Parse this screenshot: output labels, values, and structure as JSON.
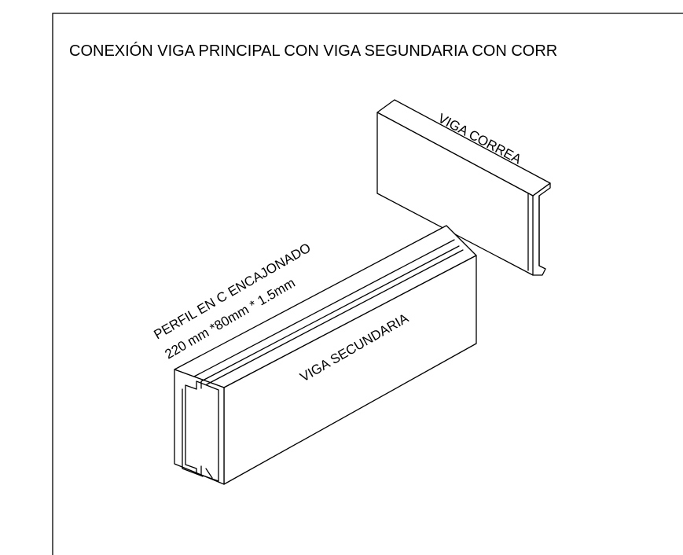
{
  "title": "CONEXIÓN VIGA PRINCIPAL CON VIGA SEGUNDARIA CON CORR",
  "labels": {
    "viga_correa": "VIGA CORREA",
    "perfil_line1": "PERFIL EN C  ENCAJONADO",
    "perfil_line2": "220 mm *80mm * 1.5mm",
    "viga_secundaria": "VIGA SECUNDARIA"
  },
  "colors": {
    "line": "#000000",
    "background": "#ffffff"
  }
}
